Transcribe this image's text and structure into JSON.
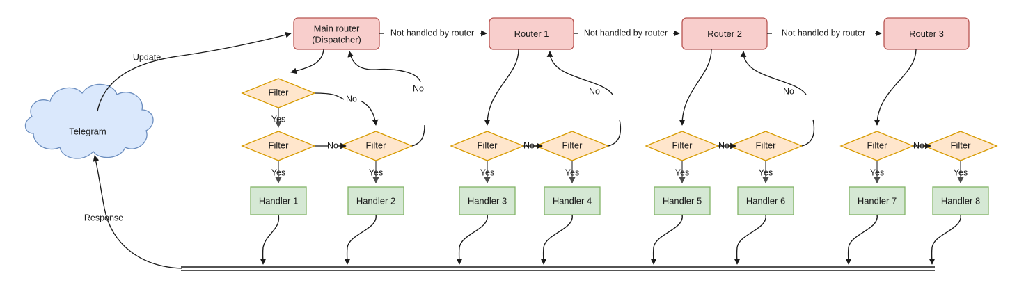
{
  "diagram": {
    "title": "Telegram bot update dispatch flow",
    "colors": {
      "router_fill": "#f8cecc",
      "router_stroke": "#b85450",
      "filter_fill": "#ffe6cc",
      "filter_stroke": "#d79b00",
      "handler_fill": "#d5e8d4",
      "handler_stroke": "#82b366",
      "cloud_fill": "#dae8fc",
      "cloud_stroke": "#6c8ebf",
      "edge": "#1a1a1a",
      "edge_gray": "#6e6e6e",
      "background": "#ffffff"
    },
    "cloud": {
      "label": "Telegram"
    },
    "routers": [
      {
        "id": "main-router",
        "line1": "Main router",
        "line2": "(Dispatcher)"
      },
      {
        "id": "router-1",
        "line1": "Router 1",
        "line2": ""
      },
      {
        "id": "router-2",
        "line1": "Router 2",
        "line2": ""
      },
      {
        "id": "router-3",
        "line1": "Router 3",
        "line2": ""
      }
    ],
    "filters": [
      {
        "id": "filter-1",
        "label": "Filter"
      },
      {
        "id": "filter-2",
        "label": "Filter"
      },
      {
        "id": "filter-3",
        "label": "Filter"
      },
      {
        "id": "filter-4",
        "label": "Filter"
      },
      {
        "id": "filter-5",
        "label": "Filter"
      },
      {
        "id": "filter-6",
        "label": "Filter"
      },
      {
        "id": "filter-7",
        "label": "Filter"
      },
      {
        "id": "filter-8",
        "label": "Filter"
      }
    ],
    "handlers": [
      {
        "id": "handler-1",
        "label": "Handler 1"
      },
      {
        "id": "handler-2",
        "label": "Handler 2"
      },
      {
        "id": "handler-3",
        "label": "Handler 3"
      },
      {
        "id": "handler-4",
        "label": "Handler 4"
      },
      {
        "id": "handler-5",
        "label": "Handler 5"
      },
      {
        "id": "handler-6",
        "label": "Handler 6"
      },
      {
        "id": "handler-7",
        "label": "Handler 7"
      },
      {
        "id": "handler-8",
        "label": "Handler 8"
      }
    ],
    "edge_labels": {
      "update": "Update",
      "response": "Response",
      "not_handled_1": "Not handled by router",
      "not_handled_2": "Not handled by router",
      "not_handled_3": "Not handled by router",
      "yes_1": "Yes",
      "yes_2": "Yes",
      "yes_3": "Yes",
      "yes_4": "Yes",
      "yes_5": "Yes",
      "yes_6": "Yes",
      "yes_7": "Yes",
      "yes_8": "Yes",
      "yes_9": "Yes",
      "yes_10": "Yes",
      "no_a1": "No",
      "no_a2": "No",
      "no_a3": "No",
      "no_b1": "No",
      "no_b2": "No",
      "no_b3": "No",
      "no_b4": "No",
      "no_c1": "No",
      "no_c2": "No",
      "no_c3": "No"
    }
  }
}
